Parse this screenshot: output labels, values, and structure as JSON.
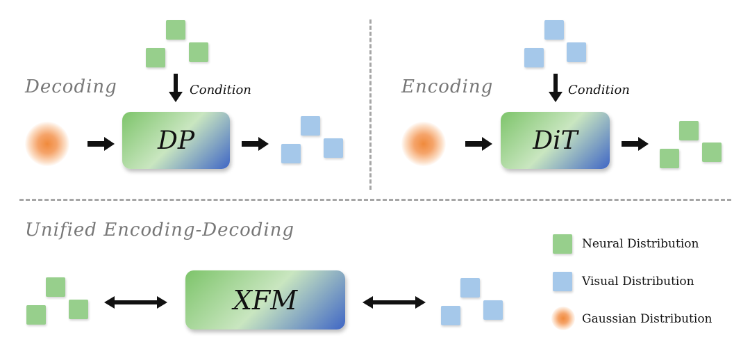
{
  "decoding": {
    "title": "Decoding",
    "condition_label": "Condition",
    "model_label": "DP"
  },
  "encoding": {
    "title": "Encoding",
    "condition_label": "Condition",
    "model_label": "DiT"
  },
  "unified": {
    "title": "Unified Encoding-Decoding",
    "model_label": "XFM"
  },
  "legend": {
    "items": [
      {
        "label": "Neural Distribution",
        "color": "#97cf8c"
      },
      {
        "label": "Visual Distribution",
        "color": "#a5c8ea"
      },
      {
        "label": "Gaussian Distribution",
        "color": "#f08a3c"
      }
    ]
  },
  "colors": {
    "neural": "#97cf8c",
    "visual": "#a5c8ea",
    "gaussian": "#f08a3c",
    "divider": "#a6a6a6"
  }
}
